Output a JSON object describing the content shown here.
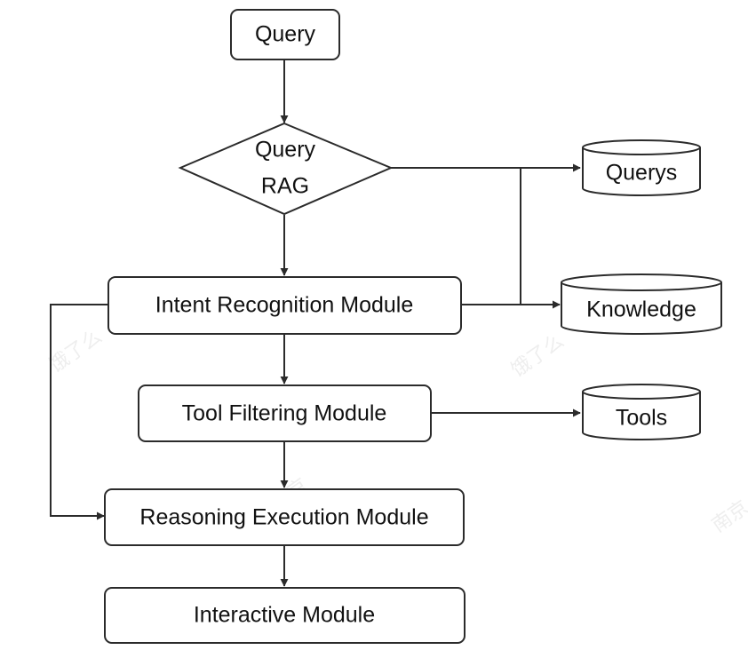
{
  "nodes": {
    "query": "Query",
    "query_rag_line1": "Query",
    "query_rag_line2": "RAG",
    "intent": "Intent Recognition Module",
    "tool_filter": "Tool Filtering Module",
    "reasoning": "Reasoning Execution Module",
    "interactive": "Interactive Module"
  },
  "stores": {
    "querys": "Querys",
    "knowledge": "Knowledge",
    "tools": "Tools"
  },
  "watermarks": {
    "wm1": "饿了么",
    "wm2": "饿了么",
    "wm3": "南京",
    "wm4": "南京"
  },
  "colors": {
    "stroke": "#2b2b2b",
    "text": "#111111",
    "background": "#ffffff"
  }
}
